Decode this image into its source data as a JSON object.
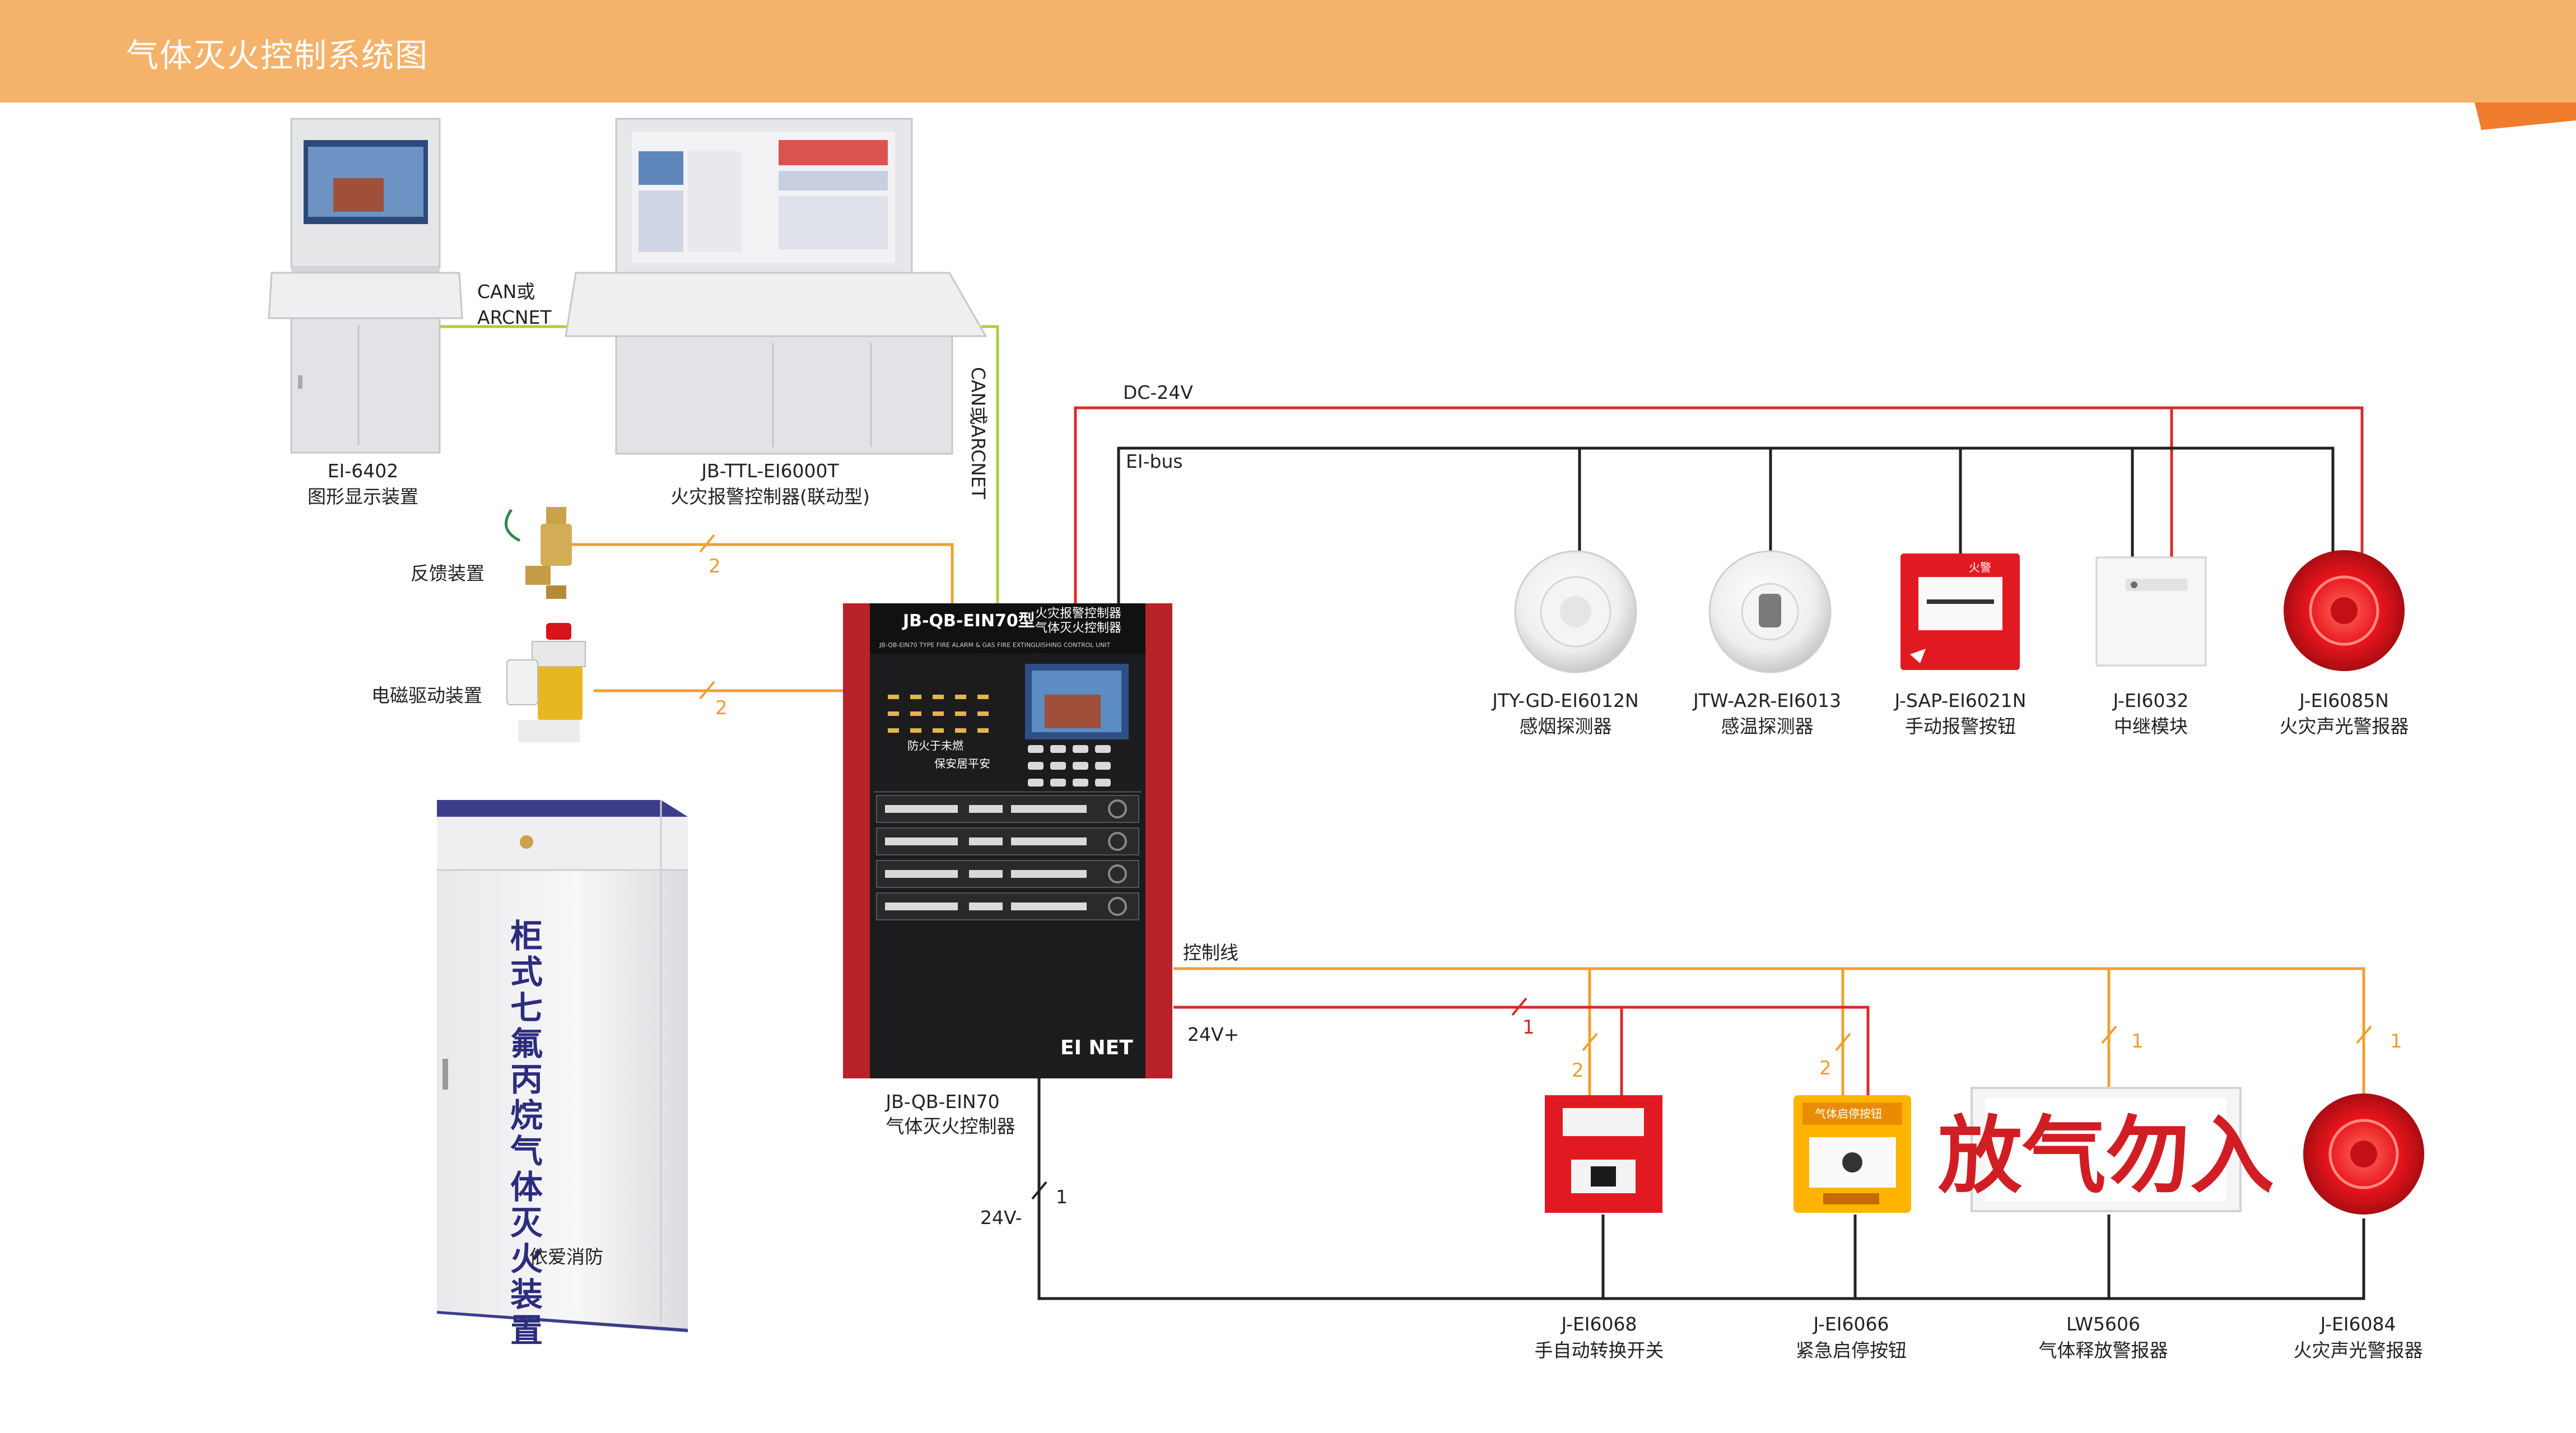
{
  "header": {
    "title": "气体灭火控制系统图"
  },
  "colors": {
    "header_bg": "#f5b26b",
    "dc24v_line": "#d92b2b",
    "eibus_line": "#222222",
    "can_line": "#a8cf3a",
    "control_line": "#f0a030",
    "power_line": "#d92b2b"
  },
  "bus_labels": {
    "dc24v": "DC-24V",
    "eibus": "EI-bus",
    "control": "控制线",
    "v24plus": "24V+",
    "v24minus": "24V-",
    "can_h": "CAN或\nARCNET",
    "can_h_line1": "CAN或",
    "can_h_line2": "ARCNET",
    "can_v": "CAN或ARCNET"
  },
  "wire_counts": {
    "feedback": "2",
    "solenoid": "2",
    "red_24v": "1",
    "switch": "2",
    "estop": "2",
    "lw5606": "1",
    "ei6084": "1",
    "v24minus": "1"
  },
  "devices": {
    "ei6402": {
      "model": "EI-6402",
      "name": "图形显示装置"
    },
    "ei6000t": {
      "model": "JB-TTL-EI6000T",
      "name": "火灾报警控制器(联动型)"
    },
    "feedback": {
      "name": "反馈装置"
    },
    "solenoid": {
      "name": "电磁驱动装置"
    },
    "cabinet": {
      "text": "柜式七氟丙烷气体灭火装置",
      "brand": "依爱消防"
    },
    "controller": {
      "model": "JB-QB-EIN70",
      "name": "气体灭火控制器",
      "panel_title": "JB-QB-EIN70型",
      "panel_sub1": "火灾报警控制器",
      "panel_sub2": "气体灭火控制器",
      "panel_en": "JB-QB-EIN70 TYPE FIRE ALARM & GAS FIRE EXTINGUISHING CONTROL UNIT",
      "slogan1": "防火于未燃",
      "slogan2": "保安居平安",
      "logo": "EI NET"
    },
    "smoke": {
      "model": "JTY-GD-EI6012N",
      "name": "感烟探测器"
    },
    "heat": {
      "model": "JTW-A2R-EI6013",
      "name": "感温探测器"
    },
    "manual": {
      "model": "J-SAP-EI6021N",
      "name": "手动报警按钮",
      "face_text": "火警"
    },
    "relay": {
      "model": "J-EI6032",
      "name": "中继模块"
    },
    "sounder_top": {
      "model": "J-EI6085N",
      "name": "火灾声光警报器"
    },
    "switch": {
      "model": "J-EI6068",
      "name": "手自动转换开关"
    },
    "estop": {
      "model": "J-EI6066",
      "name": "紧急启停按钮",
      "face_text": "气体启停按钮"
    },
    "lw5606": {
      "model": "LW5606",
      "name": "气体释放警报器",
      "sign_text": "放气勿入"
    },
    "sounder_bottom": {
      "model": "J-EI6084",
      "name": "火灾声光警报器"
    }
  }
}
